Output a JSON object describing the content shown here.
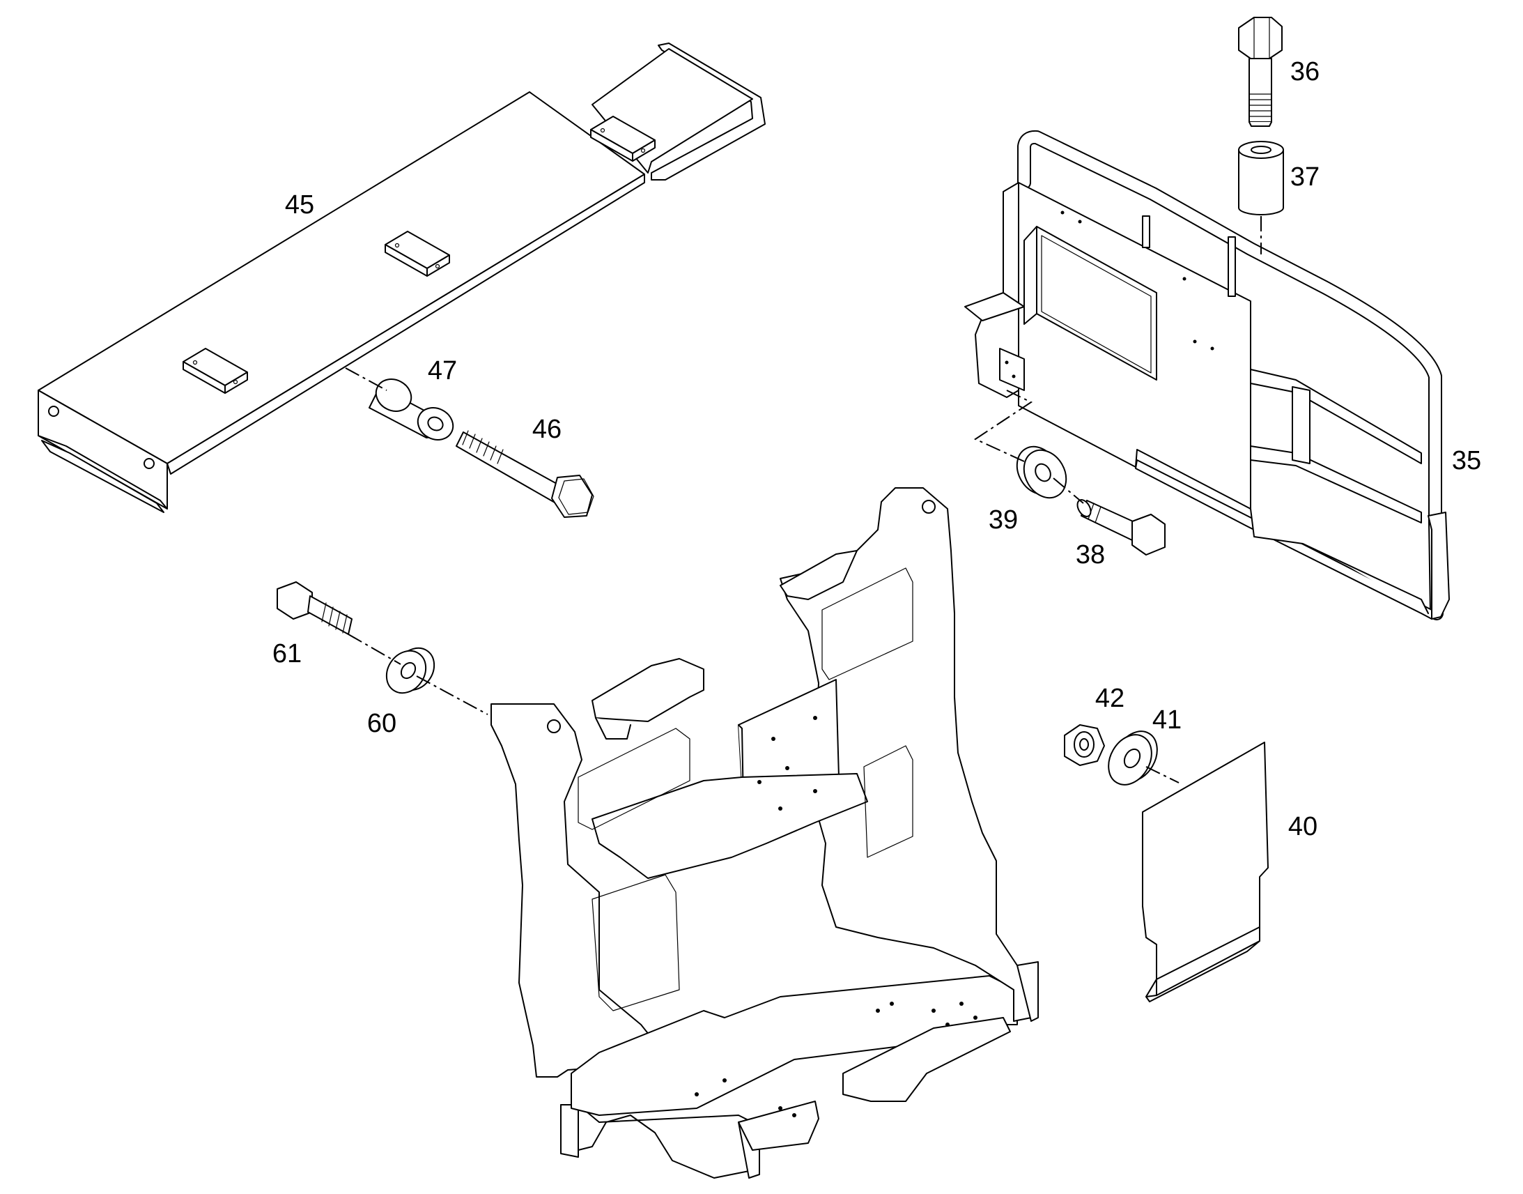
{
  "labels": {
    "p35": "35",
    "p36": "36",
    "p37": "37",
    "p38": "38",
    "p39": "39",
    "p40": "40",
    "p41": "41",
    "p42": "42",
    "p45": "45",
    "p46": "46",
    "p47": "47",
    "p60": "60",
    "p61": "61"
  }
}
